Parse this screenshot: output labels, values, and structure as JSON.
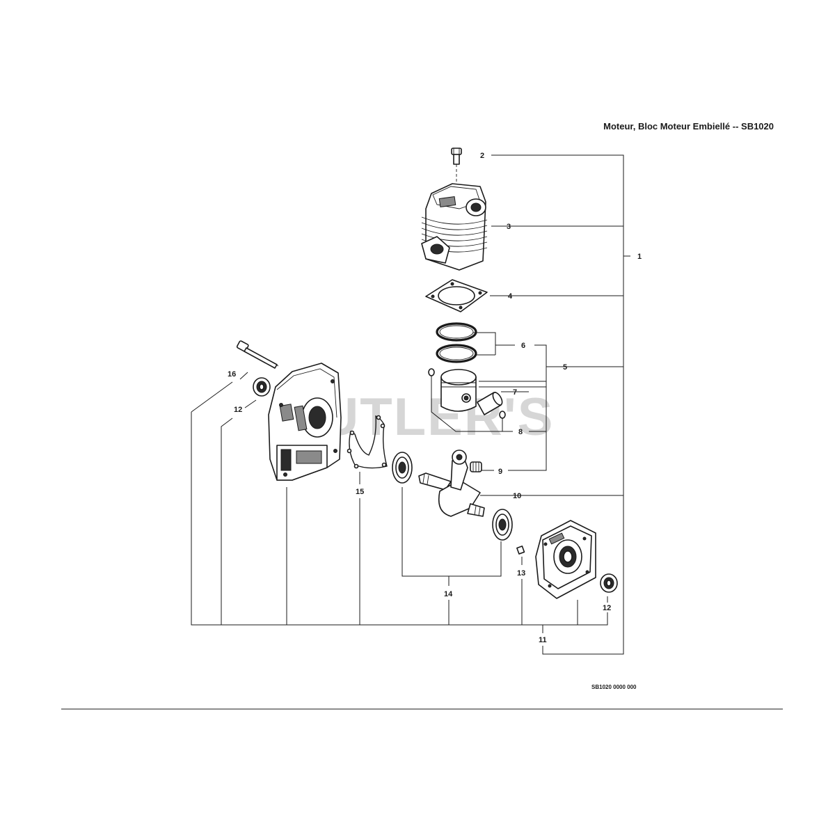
{
  "title": "Moteur, Bloc Moteur Embiellé -- SB1020",
  "watermark": "CUTLER'S",
  "drawing_code": "SB1020 0000 000",
  "callouts": {
    "c1": "1",
    "c2": "2",
    "c3": "3",
    "c4": "4",
    "c5": "5",
    "c6": "6",
    "c7": "7",
    "c8": "8",
    "c9": "9",
    "c10": "10",
    "c11": "11",
    "c12a": "12",
    "c12b": "12",
    "c13": "13",
    "c14": "14",
    "c15": "15",
    "c16": "16"
  },
  "parts": [
    {
      "id": "1",
      "name": "engine-assembly"
    },
    {
      "id": "2",
      "name": "cylinder-bolt"
    },
    {
      "id": "3",
      "name": "cylinder"
    },
    {
      "id": "4",
      "name": "cylinder-gasket"
    },
    {
      "id": "5",
      "name": "piston-kit"
    },
    {
      "id": "6",
      "name": "piston-rings"
    },
    {
      "id": "7",
      "name": "piston-pin"
    },
    {
      "id": "8",
      "name": "circlips"
    },
    {
      "id": "9",
      "name": "needle-bearing"
    },
    {
      "id": "10",
      "name": "crankshaft"
    },
    {
      "id": "11",
      "name": "crankcase"
    },
    {
      "id": "12",
      "name": "oil-seal"
    },
    {
      "id": "13",
      "name": "key"
    },
    {
      "id": "14",
      "name": "ball-bearings"
    },
    {
      "id": "15",
      "name": "crankcase-gasket"
    },
    {
      "id": "16",
      "name": "crankcase-bolt"
    }
  ]
}
